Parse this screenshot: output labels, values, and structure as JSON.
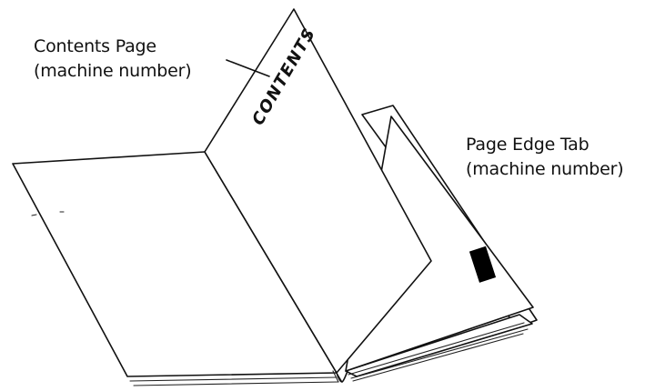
{
  "labels": {
    "contents_page": {
      "line1": "Contents Page",
      "line2": "(machine number)"
    },
    "page_edge_tab": {
      "line1": "Page Edge Tab",
      "line2": "(machine number)"
    },
    "contents_heading": "CONTENTS"
  },
  "colors": {
    "ink": "#111111",
    "paper": "#ffffff",
    "tab": "#000000"
  }
}
